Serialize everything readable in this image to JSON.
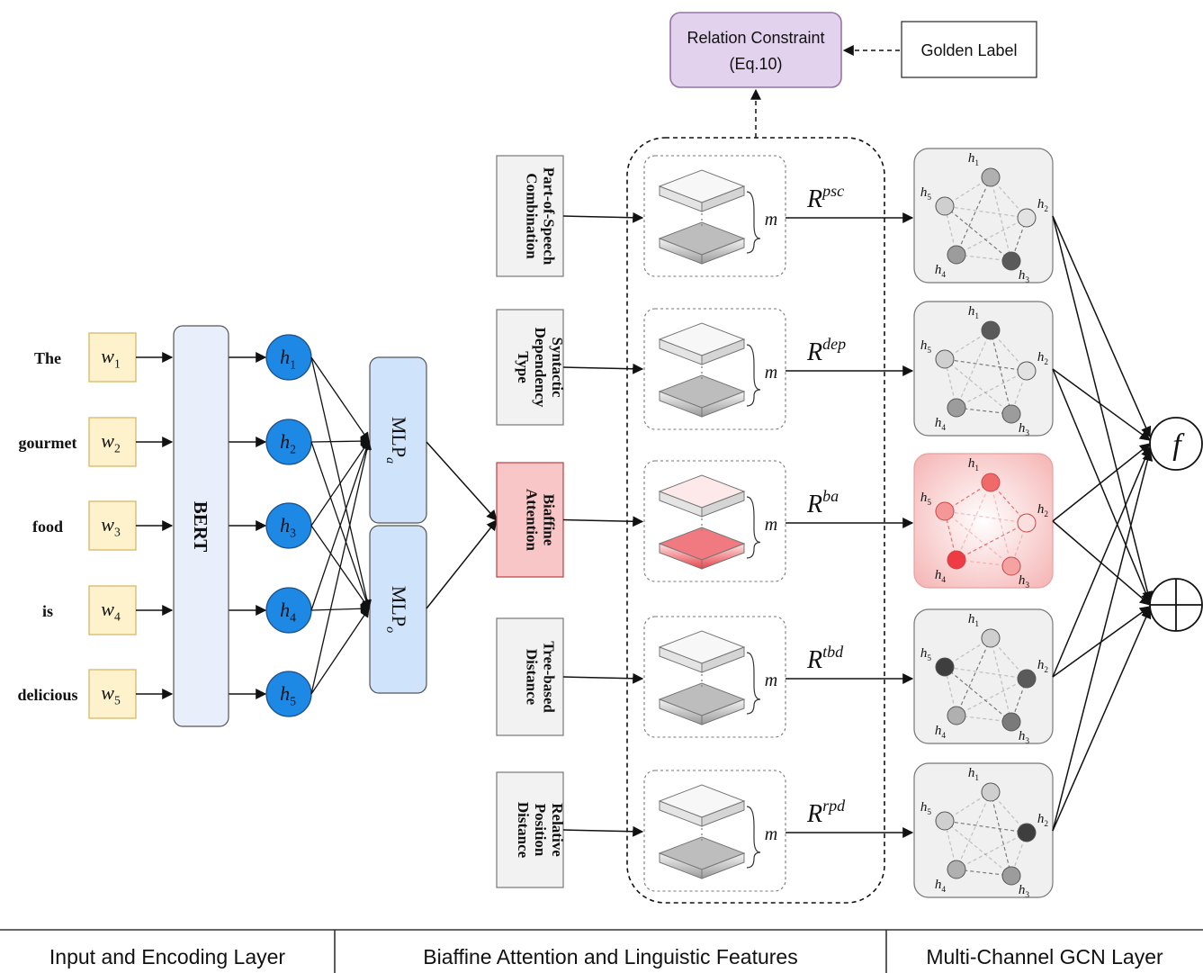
{
  "words": [
    {
      "text": "The",
      "token": "w",
      "sub": "1"
    },
    {
      "text": "gourmet",
      "token": "w",
      "sub": "2"
    },
    {
      "text": "food",
      "token": "w",
      "sub": "3"
    },
    {
      "text": "is",
      "token": "w",
      "sub": "4"
    },
    {
      "text": "delicious",
      "token": "w",
      "sub": "5"
    }
  ],
  "hidden": [
    {
      "base": "h",
      "sub": "1"
    },
    {
      "base": "h",
      "sub": "2"
    },
    {
      "base": "h",
      "sub": "3"
    },
    {
      "base": "h",
      "sub": "4"
    },
    {
      "base": "h",
      "sub": "5"
    }
  ],
  "encoder": "BERT",
  "mlp": [
    {
      "base": "MLP",
      "sub": "a"
    },
    {
      "base": "MLP",
      "sub": "o"
    }
  ],
  "features": [
    {
      "lines": [
        "Part-of-Speech",
        "Combination"
      ],
      "rel_base": "R",
      "rel_sup": "psc",
      "highlight": false
    },
    {
      "lines": [
        "Syntactic",
        "Dependency",
        "Type"
      ],
      "rel_base": "R",
      "rel_sup": "dep",
      "highlight": false
    },
    {
      "lines": [
        "Biaffine",
        "Attention"
      ],
      "rel_base": "R",
      "rel_sup": "ba",
      "highlight": true
    },
    {
      "lines": [
        "Tree-based",
        "Distance"
      ],
      "rel_base": "R",
      "rel_sup": "tbd",
      "highlight": false
    },
    {
      "lines": [
        "Relative",
        "Position",
        "Distance"
      ],
      "rel_base": "R",
      "rel_sup": "rpd",
      "highlight": false
    }
  ],
  "m_label": "m",
  "relation_constraint": {
    "line1": "Relation Constraint",
    "line2": "(Eq.10)"
  },
  "golden_label": "Golden Label",
  "graph_node_labels": [
    {
      "base": "h",
      "sub": "1"
    },
    {
      "base": "h",
      "sub": "2"
    },
    {
      "base": "h",
      "sub": "3"
    },
    {
      "base": "h",
      "sub": "4"
    },
    {
      "base": "h",
      "sub": "5"
    }
  ],
  "combine": {
    "f_symbol": "f",
    "sum_symbol": "⊕"
  },
  "layers": [
    "Input and Encoding Layer",
    "Biaffine Attention and Linguistic Features",
    "Multi-Channel GCN Layer"
  ],
  "colors": {
    "word_box": "#fdf2cc",
    "word_border": "#d8b766",
    "bert_fill": "#e9eefb",
    "hidden_node": "#1e88e5",
    "mlp_fill": "#cfe3fb",
    "feature_fill": "#f2f2f2",
    "feature_highlight": "#f8c6c6",
    "relation_fill": "#e3d2ee",
    "relation_border": "#9673a6",
    "graph_fill": "#f0f0f0",
    "graph_highlight": "#f7c7c7"
  }
}
